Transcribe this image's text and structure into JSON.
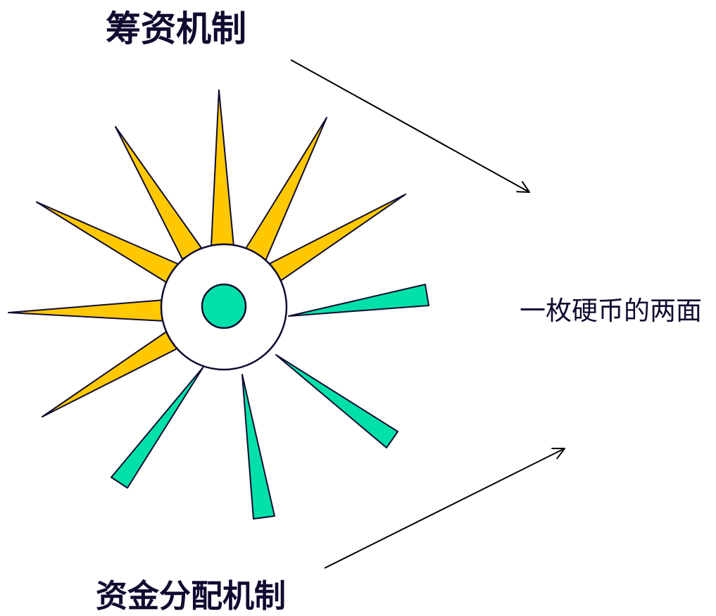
{
  "labels": {
    "top": "筹资机制",
    "bottom": "资金分配机制",
    "right": "一枚硬币的两面"
  },
  "colors": {
    "ray_gold": "#ffc800",
    "ray_teal": "#00e0a8",
    "outline": "#100c30",
    "center_fill": "#ffffff",
    "arrow": "#000000"
  }
}
